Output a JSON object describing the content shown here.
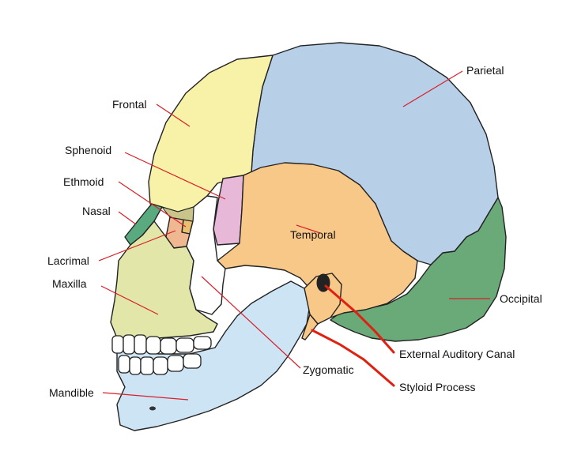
{
  "labels": {
    "frontal": "Frontal",
    "parietal": "Parietal",
    "sphenoid": "Sphenoid",
    "ethmoid": "Ethmoid",
    "nasal": "Nasal",
    "lacrimal": "Lacrimal",
    "maxilla": "Maxilla",
    "temporal": "Temporal",
    "occipital": "Occipital",
    "zygomatic": "Zygomatic",
    "mandible": "Mandible",
    "external_auditory_canal": "External Auditory Canal",
    "styloid_process": "Styloid Process"
  },
  "colors": {
    "frontal": "#f8f2a8",
    "parietal": "#b8cfe8",
    "sphenoid": "#e8b8d8",
    "ethmoid": "#e8c070",
    "nasal": "#5aaa80",
    "lacrimal": "#f0b890",
    "maxilla": "#e2e6a8",
    "temporal": "#f8c888",
    "occipital": "#6aaa78",
    "zygomatic": "#ffffff",
    "mandible": "#cde4f4",
    "teeth": "#ffffff",
    "outline": "#222222",
    "leader_line": "#d8202a",
    "bold_leader_line": "#e02010"
  }
}
